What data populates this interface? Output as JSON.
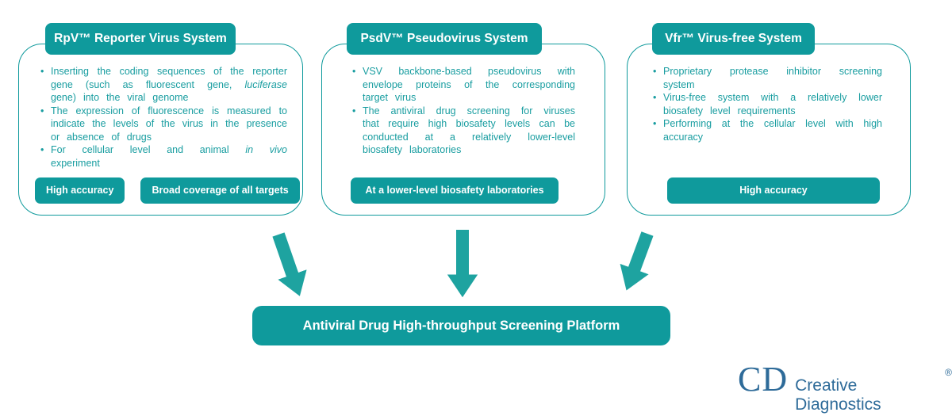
{
  "colors": {
    "teal": "#0f9a9c",
    "teal_text": "#189da0",
    "arrow": "#1ea3a0",
    "logo_blue": "#2e6b99"
  },
  "cards": [
    {
      "title": "RpV™ Reporter Virus System",
      "bullets": [
        [
          {
            "t": "Inserting the coding sequences of the reporter gene (such as fluorescent gene, "
          },
          {
            "t": "luciferase",
            "i": true
          },
          {
            "t": " gene) into the viral genome"
          }
        ],
        [
          {
            "t": "The expression of fluorescence is measured to indicate the levels of the virus in the presence or absence of drugs"
          }
        ],
        [
          {
            "t": "For cellular level and animal "
          },
          {
            "t": "in vivo",
            "i": true
          },
          {
            "t": " experiment"
          }
        ]
      ],
      "tags": [
        "High accuracy",
        "Broad coverage of all targets"
      ]
    },
    {
      "title": "PsdV™ Pseudovirus System",
      "bullets": [
        [
          {
            "t": "VSV backbone-based pseudovirus with envelope proteins of the corresponding target virus"
          }
        ],
        [
          {
            "t": "The antiviral drug screening for viruses that require high biosafety levels can be conducted at a relatively lower-level biosafety laboratories"
          }
        ]
      ],
      "tags": [
        "At a lower-level biosafety laboratories"
      ]
    },
    {
      "title": "Vfr™ Virus-free System",
      "bullets": [
        [
          {
            "t": "Proprietary protease inhibitor screening system"
          }
        ],
        [
          {
            "t": "Virus-free system with a relatively lower biosafety level requirements"
          }
        ],
        [
          {
            "t": "Performing at the cellular level with high accuracy"
          }
        ]
      ],
      "tags": [
        "High accuracy"
      ]
    }
  ],
  "platform": {
    "label": "Antiviral Drug High-throughput Screening Platform"
  },
  "logo": {
    "monogram": "CD",
    "name": "Creative Diagnostics",
    "registered": "®"
  }
}
